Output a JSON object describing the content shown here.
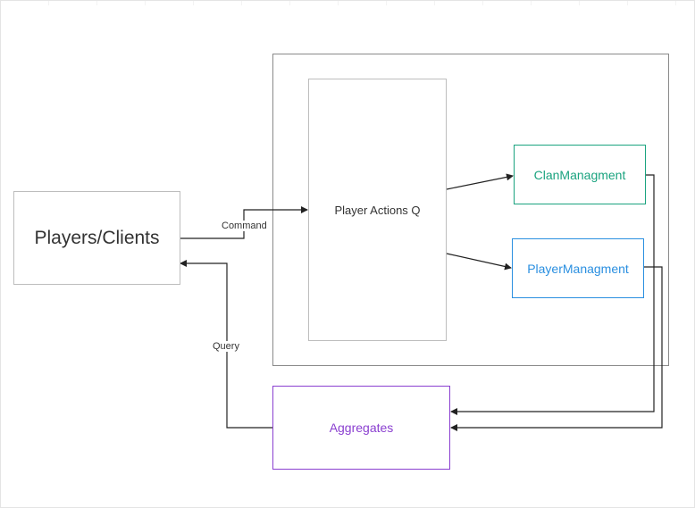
{
  "diagram": {
    "players_clients": "Players/Clients",
    "player_actions_q": "Player Actions Q",
    "clan_managment": "ClanManagment",
    "player_managment": "PlayerManagment",
    "aggregates": "Aggregates",
    "command_label": "Command",
    "query_label": "Query"
  },
  "colors": {
    "clan": "#1aa37f",
    "player": "#2a8fe0",
    "aggregates": "#8a3fd0",
    "neutral_border": "#bdbdbd",
    "line": "#222222"
  }
}
